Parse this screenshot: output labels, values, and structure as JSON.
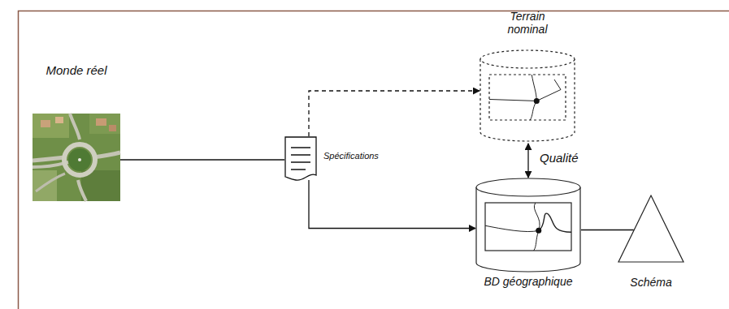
{
  "diagram": {
    "nodes": [
      {
        "text": [
          "Monde réel"
        ]
      },
      {
        "text": [
          "Spécifications"
        ]
      },
      {
        "text": [
          "Terrain nominal"
        ]
      },
      {
        "text": [
          "BD géographique"
        ]
      },
      {
        "text": [
          "Schéma"
        ]
      }
    ],
    "edges": [
      {
        "from": 0,
        "to": 1,
        "arrow": "none"
      },
      {
        "from": 1,
        "to": 2,
        "arrow": "to"
      },
      {
        "from": 1,
        "to": 3,
        "arrow": "to"
      },
      {
        "from": 2,
        "to": 3,
        "arrow": "both",
        "label": "Qualité"
      },
      {
        "from": 3,
        "to": 4,
        "arrow": "none"
      }
    ]
  }
}
